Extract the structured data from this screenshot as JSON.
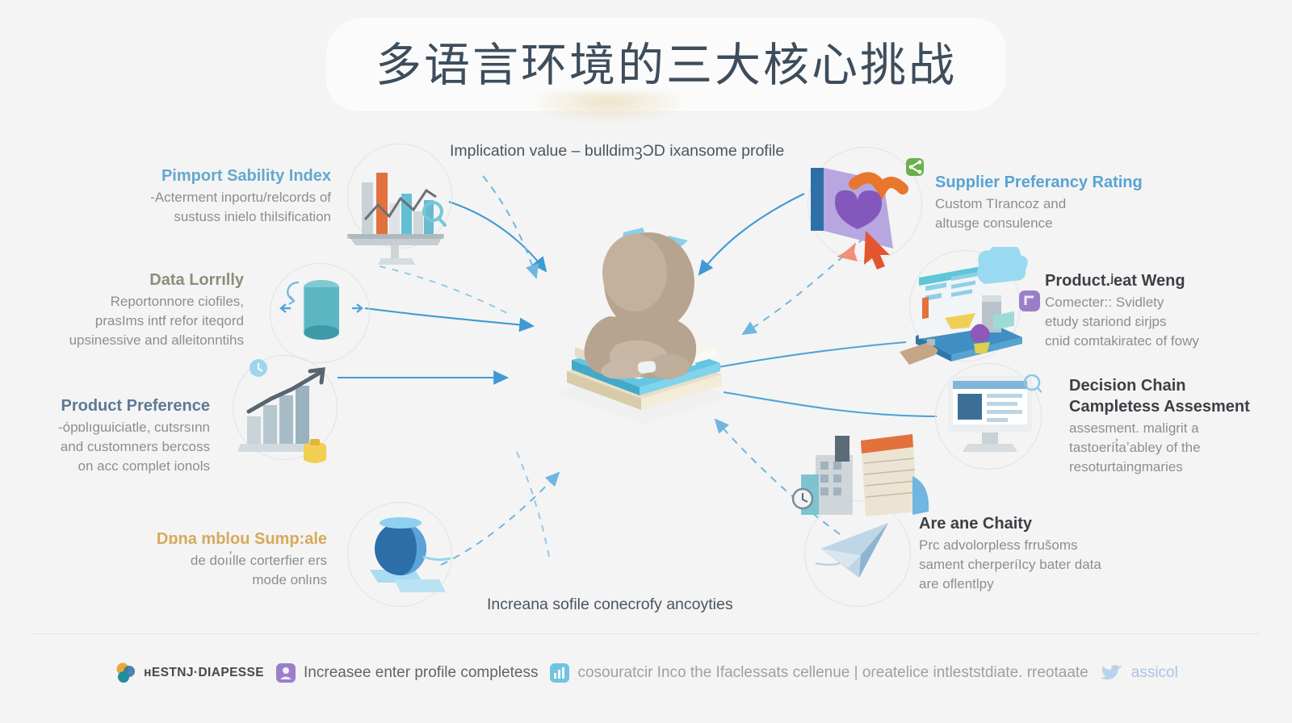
{
  "page": {
    "background": "#f4f4f4",
    "title": "多语言环境的三大核心挑战",
    "accent_blue": "#4ca3d8",
    "accent_orange": "#e8762c",
    "accent_purple": "#9b7fc9",
    "text_dark": "#3e4d5c",
    "text_body": "#8a8f95"
  },
  "captions": {
    "top_center": "Implication value – bulldimꝫƆD ixansome profile",
    "bottom_center": "Increana sofile conecrofy ancoyties"
  },
  "left_nodes": [
    {
      "id": "import-sability-index",
      "heading": "Pimport Sability Index",
      "heading_color": "#63a8cf",
      "body": "-Acterment inportu/relcords of\nsustuss inielo thilsification",
      "icon": "bar-chart-monitor-icon"
    },
    {
      "id": "data-lormlly",
      "heading": "Data Lorrılly",
      "heading_color": "#8d8e78",
      "body": "Reportonnore ciofiles,\nprasIms intf refor iteqord\nupsinessive and alleitonntihs",
      "icon": "database-cylinder-icon"
    },
    {
      "id": "product-preference",
      "heading": "Product Preference",
      "heading_color": "#5e7a93",
      "body": "-ópɒlıɡɯiciatle, cutsrsınn\nand customners bercoss\non acc complet ionols",
      "icon": "growth-chart-icon"
    },
    {
      "id": "data-sample",
      "heading": "Dɒna mblou Sump:ale",
      "heading_color": "#d7a95c",
      "body": "de doıı̓lle corterfier ers\nmode onlıns",
      "icon": "blue-sphere-icon"
    }
  ],
  "right_nodes": [
    {
      "id": "supplier-preferancy-rating",
      "heading": "Supplier Preferancy Rating",
      "heading_color": "#57a4d4",
      "body": "Custom TIrancoz and\naltusge consulence",
      "icon": "heart-share-icon"
    },
    {
      "id": "product-eat-weng",
      "heading": "Product.ʲeat Weng",
      "heading_color": "#3c4045",
      "body": "Comecter:: Svidlety\netudy stariond ɛirjps\ncnid comtakiratec of fowy",
      "icon": "desk-laptop-icon"
    },
    {
      "id": "decision-chain-completess-assesment",
      "heading": "Decision Chain\nCampletess Assesment",
      "heading_color": "#3c4045",
      "body": "assesment. maligrit a\ntastoerít̓aʼabley of the\nresoturtaingmaries",
      "icon": "desktop-monitor-icon"
    },
    {
      "id": "are-ane-chaity",
      "heading": "Are ane Chaity",
      "heading_color": "#3c4045",
      "body": "Prc advolorpless frrušoms\nsament cherperíIcy bater data\nare oflentlpy",
      "icon": "paper-plane-icon"
    }
  ],
  "center": {
    "illustration": "person-leaning-on-books-3d",
    "books_color": "#63c6e3",
    "figure_color": "#b9a694"
  },
  "footer": {
    "items": [
      {
        "icon": "brand-logo-icon",
        "label": "ʜESTNJ·DIAPESSE",
        "style": "brand"
      },
      {
        "icon": "purple-person-icon",
        "label": "Increasee enter profile completess",
        "style": "normal"
      },
      {
        "icon": "blue-chart-icon",
        "label": "cosouratcir Inco the Ifaclessats cellenue | oɾeatelice intleststdiate. rreotaate",
        "style": "muted"
      },
      {
        "icon": "twitter-bird-icon",
        "label": "assicol",
        "style": "blue"
      }
    ]
  }
}
